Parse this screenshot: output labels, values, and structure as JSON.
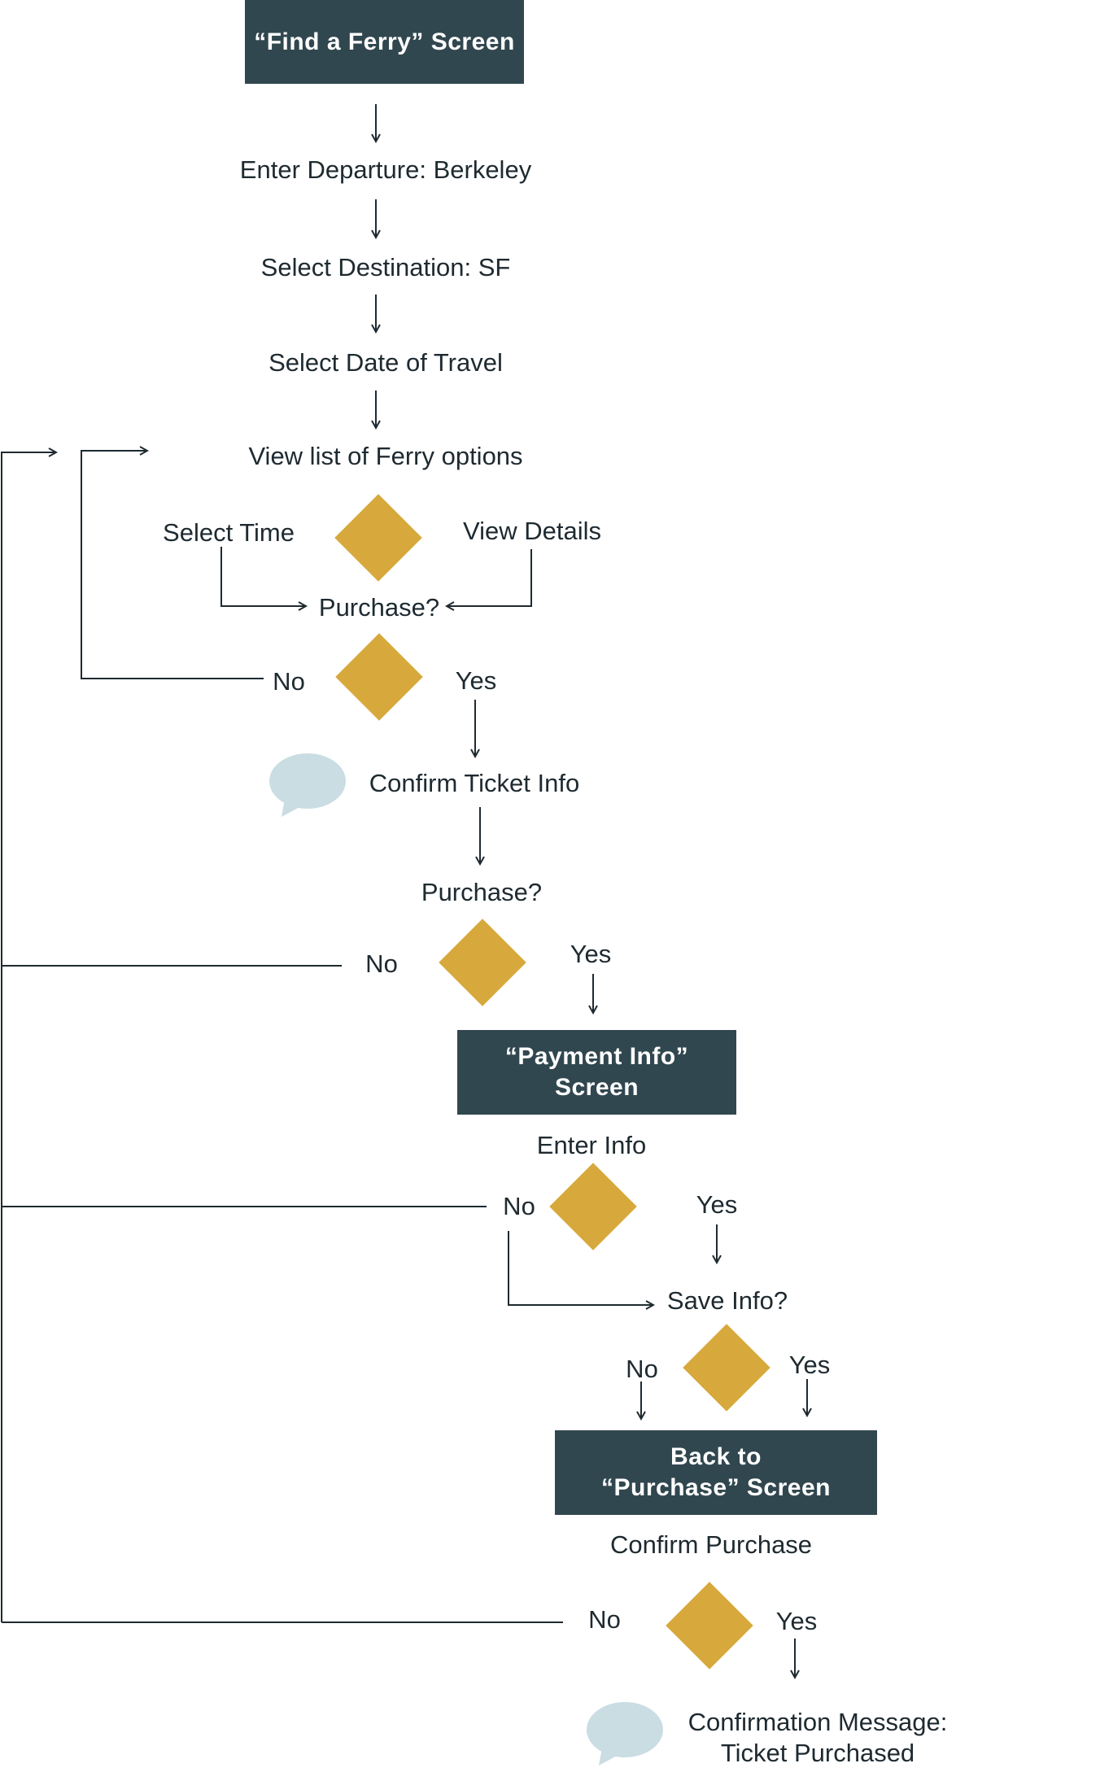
{
  "colors": {
    "screen_box": "#31474f",
    "decision_diamond": "#d7a93c",
    "speech_bubble": "#c9dde3",
    "line": "#1e2a30"
  },
  "screens": {
    "find_ferry": "“Find a Ferry” Screen",
    "payment_info": "“Payment Info”\nScreen",
    "back_to_purchase": "Back to\n“Purchase” Screen"
  },
  "steps": {
    "enter_departure": "Enter Departure: Berkeley",
    "select_destination": "Select Destination: SF",
    "select_date": "Select Date of Travel",
    "view_list": "View list of Ferry options",
    "select_time": "Select Time",
    "view_details": "View Details",
    "purchase_1": "Purchase?",
    "confirm_ticket": "Confirm Ticket Info",
    "purchase_2": "Purchase?",
    "enter_info": "Enter Info",
    "save_info": "Save Info?",
    "confirm_purchase": "Confirm Purchase",
    "confirmation_line1": "Confirmation Message:",
    "confirmation_line2": "Ticket Purchased"
  },
  "decisions": {
    "d2": {
      "no": "No",
      "yes": "Yes"
    },
    "d3": {
      "no": "No",
      "yes": "Yes"
    },
    "d4": {
      "no": "No",
      "yes": "Yes"
    },
    "d5": {
      "no": "No",
      "yes": "Yes"
    },
    "d6": {
      "no": "No",
      "yes": "Yes"
    }
  },
  "icons": [
    "speech-bubble-icon",
    "decision-diamond"
  ]
}
